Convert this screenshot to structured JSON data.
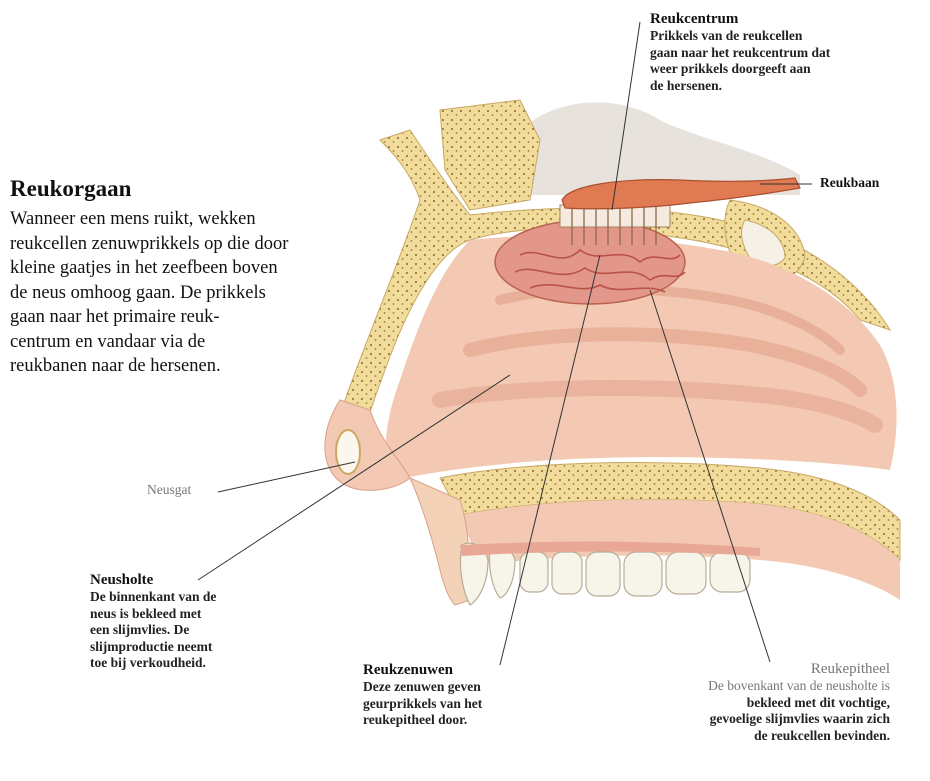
{
  "title": "Reukorgaan",
  "intro": "Wanneer een mens ruikt, wekken\nreukcellen zenuwprikkels op die door\nkleine gaatjes in het zeefbeen boven\nde neus omhoog gaan. De prikkels\ngaan naar het primaire reuk-\ncentrum en vandaar via de\nreukbanen naar de hersenen.",
  "labels": {
    "reukcentrum": {
      "title": "Reukcentrum",
      "text": "Prikkels van de reukcellen\ngaan naar het reukcentrum dat\nweer prikkels doorgeeft aan\nde hersenen."
    },
    "reukbaan": {
      "title": "Reukbaan"
    },
    "neusgat": {
      "title": "Neusgat"
    },
    "neusholte": {
      "title": "Neusholte",
      "text": "De binnenkant van de\nneus is bekleed met\neen slijmvlies. De\nslijmproductie neemt\ntoe bij verkoudheid."
    },
    "reukzenuwen": {
      "title": "Reukzenuwen",
      "text": "Deze zenuwen geven\ngeurprikkels van het\nreukepitheel door."
    },
    "reukepitheel": {
      "title": "Reukepitheel",
      "text_line1": "De bovenkant van de neusholte is",
      "text_rest": "bekleed met dit vochtige,\ngevoelige slijmvlies waarin zich\nde reukcellen bevinden."
    }
  },
  "colors": {
    "bone": "#f1dc9c",
    "bone_dots": "#9a7a3a",
    "mucosa": "#f3c9b3",
    "mucosa_dark": "#d98f78",
    "epithelium": "#d9796a",
    "nerve": "#e07a52",
    "teeth": "#f7f4ea"
  }
}
